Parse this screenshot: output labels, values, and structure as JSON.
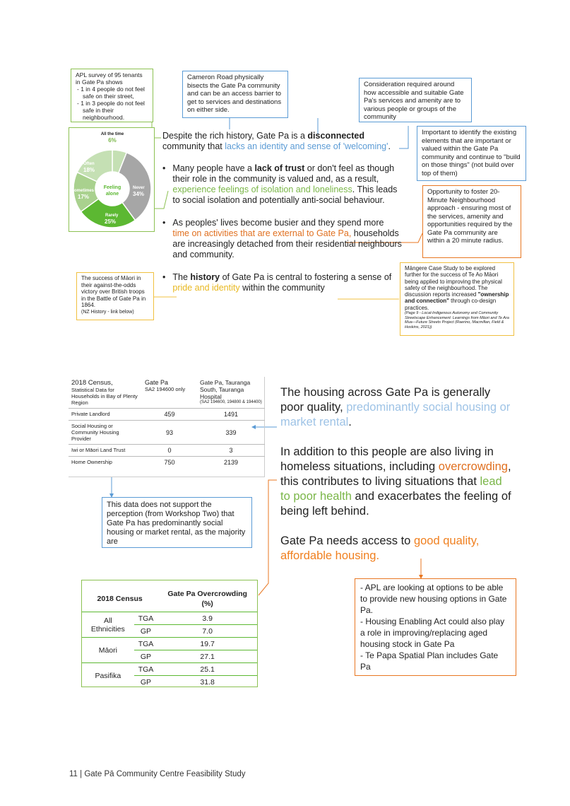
{
  "survey_box": {
    "intro": "APL survey of 95 tenants in Gate Pa shows",
    "items": [
      "1 in 4 people do not feel safe on their street,",
      "1 in 3 people do not feel safe in their neighbourhood."
    ]
  },
  "cameron_box": "Cameron Road physically bisects the Gate Pa community and can be an access barrier to get to services and destinations on either side.",
  "consideration_box": "Consideration required around how accessible and suitable Gate Pa's services and amenity are to various people or groups of the community",
  "important_box": "Important to identify the existing elements that are important or valued within the Gate Pa community and continue to \"build on those things\" (not build over top of them)",
  "opportunity_box": "Opportunity to foster 20-Minute Neighbourhood approach - ensuring most of the services, amenity and opportunities required by the Gate Pa community are within a 20 minute radius.",
  "mangere_box": {
    "text1": "Māngere Case Study to be explored further for the success of Te Ao Māori being applied to improving the physical safety of the neighbourhood. The discussion reports increased ",
    "bold": "\"ownership and connection\"",
    "text2": " through co-design practices.",
    "ref": "(Page 9 - Local-Indigenous Autonomy and Community Streetscape Enhancement: Learnings from Māori and Te Ara Mua—Future Streets Project (Raerino, Macmillan, Field & Hoskins, 2021))"
  },
  "maori_box": {
    "text": "The success of Māori in their against-the-odds victory over British troops in the Battle of Gate Pa in 1864.",
    "ref": "(NZ History - link below)"
  },
  "donut": {
    "center": "Feeling alone",
    "labels": [
      {
        "name": "All the time",
        "value": "6%"
      },
      {
        "name": "Never",
        "value": "34%"
      },
      {
        "name": "Rarely",
        "value": "25%"
      },
      {
        "name": "Sometimes",
        "value": "17%"
      },
      {
        "name": "Often",
        "value": "18%"
      }
    ]
  },
  "chart_data": {
    "type": "pie",
    "title": "",
    "categories": [
      "All the time",
      "Never",
      "Rarely",
      "Sometimes",
      "Often"
    ],
    "values": [
      6,
      34,
      25,
      17,
      18
    ],
    "colors": [
      "#c5e0b4",
      "#a6a6a6",
      "#5cb832",
      "#a9d18e",
      "#c5e0b4"
    ]
  },
  "main": {
    "intro_a": "Despite the rich history, Gate Pa is a ",
    "intro_bold": "disconnected",
    "intro_b": " community that ",
    "intro_hl": "lacks an identity and sense of 'welcoming'",
    "intro_end": ".",
    "b1_a": "Many people have a ",
    "b1_bold": "lack of trust",
    "b1_b": " or don't feel as though their role in the community is valued and, as a result, ",
    "b1_hl": "experience feelings of isolation and loneliness",
    "b1_c": ". This leads to social isolation and potentially anti-social behaviour.",
    "b2_a": "As peoples' lives become busier and they spend more ",
    "b2_hl": "time on activities that are external to Gate Pa,",
    "b2_b": " households are increasingly detached from their residential neighbours and community.",
    "b3_a": "The ",
    "b3_bold": "history",
    "b3_b": " of Gate Pa is central to fostering a sense of ",
    "b3_hl": "pride and identity",
    "b3_c": " within the community"
  },
  "census": {
    "header": {
      "c1_title": "2018 Census,",
      "c1_sub": "Statistical Data for Households in Bay of Plenty Region",
      "c2_title": "Gate Pa",
      "c2_sub": "SA2 194600 only",
      "c3_title": "Gate Pa, Tauranga South, Tauranga Hospital",
      "c3_sub": "(SA2 194600, 194800 & 194400)"
    },
    "rows": [
      {
        "label": "Private Landlord",
        "a": "459",
        "b": "1491"
      },
      {
        "label": "Social Housing or Community Housing Provider",
        "a": "93",
        "b": "339"
      },
      {
        "label": "Iwi or Māori Land Trust",
        "a": "0",
        "b": "3"
      },
      {
        "label": "Home Ownership",
        "a": "750",
        "b": "2139"
      }
    ]
  },
  "data_note": "This data does not support the perception (from Workshop Two) that Gate Pa has predominantly social housing or market rental, as the majority are",
  "housing": {
    "p1_a": "The housing across Gate Pa is generally poor quality, ",
    "p1_hl": "predominantly social housing or market rental",
    "p1_end": ".",
    "p2_a": "In addition to this people are also living in homeless situations, including ",
    "p2_hl1": "overcrowding",
    "p2_b": ", this contributes to living situations that ",
    "p2_hl2": "lead to poor health",
    "p2_c": " and exacerbates the feeling of being left behind.",
    "p3_a": "Gate Pa needs access to ",
    "p3_hl": "good quality, affordable housing."
  },
  "apl_box": [
    "- APL are looking at options to be able to provide new housing options in Gate Pa.",
    "- Housing Enabling Act could also play a role in improving/replacing aged housing stock in Gate Pa",
    "- Te Papa Spatial Plan includes Gate Pa"
  ],
  "overcrowd": {
    "h1": "2018 Census",
    "h2": "Gate Pa Overcrowding (%)",
    "groups": [
      {
        "name": "All Ethnicities",
        "rows": [
          {
            "area": "TGA",
            "value": "3.9"
          },
          {
            "area": "GP",
            "value": "7.0"
          }
        ]
      },
      {
        "name": "Māori",
        "rows": [
          {
            "area": "TGA",
            "value": "19.7"
          },
          {
            "area": "GP",
            "value": "27.1"
          }
        ]
      },
      {
        "name": "Pasifika",
        "rows": [
          {
            "area": "TGA",
            "value": "25.1"
          },
          {
            "area": "GP",
            "value": "31.8"
          }
        ]
      }
    ]
  },
  "footer": "11 | Gate Pā Community Centre Feasibility Study"
}
